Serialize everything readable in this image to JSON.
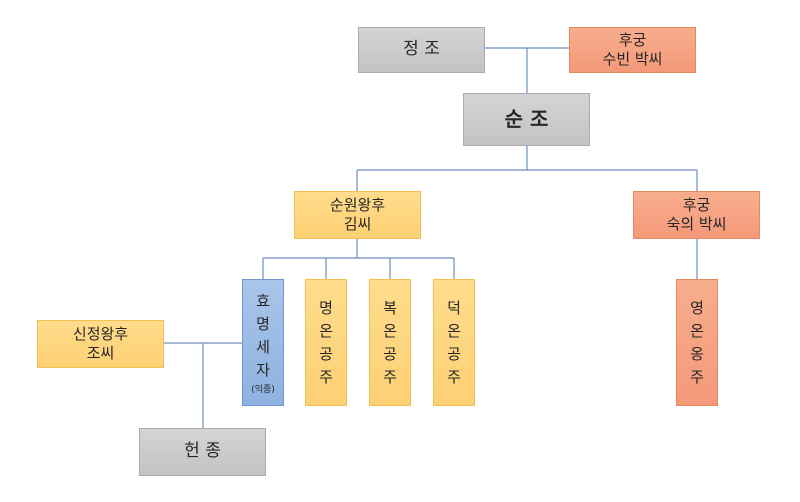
{
  "nodes": {
    "jeongjo": {
      "label": "정 조"
    },
    "subin": {
      "line1": "후궁",
      "line2": "수빈 박씨"
    },
    "sunjo": {
      "label": "순 조"
    },
    "sunwon": {
      "line1": "순원왕후",
      "line2": "김씨"
    },
    "sugui": {
      "line1": "후궁",
      "line2": "숙의 박씨"
    },
    "hyomyeong": {
      "chars": [
        "효",
        "명",
        "세",
        "자"
      ],
      "note": "(익종)"
    },
    "myeongon": {
      "chars": [
        "명",
        "온",
        "공",
        "주"
      ]
    },
    "bogon": {
      "chars": [
        "복",
        "온",
        "공",
        "주"
      ]
    },
    "deogon": {
      "chars": [
        "덕",
        "온",
        "공",
        "주"
      ]
    },
    "yeongon": {
      "chars": [
        "영",
        "온",
        "옹",
        "주"
      ]
    },
    "sinjeong": {
      "line1": "신정왕후",
      "line2": "조씨"
    },
    "heonjong": {
      "label": "헌 종"
    }
  }
}
